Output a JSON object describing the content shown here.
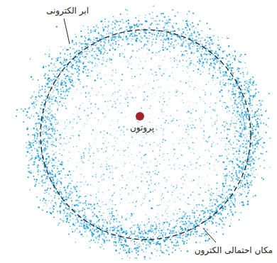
{
  "diagram": {
    "labels": [
      "ابر الکترونی",
      "پروتون",
      "مکان احتمالی الکترون"
    ]
  }
}
